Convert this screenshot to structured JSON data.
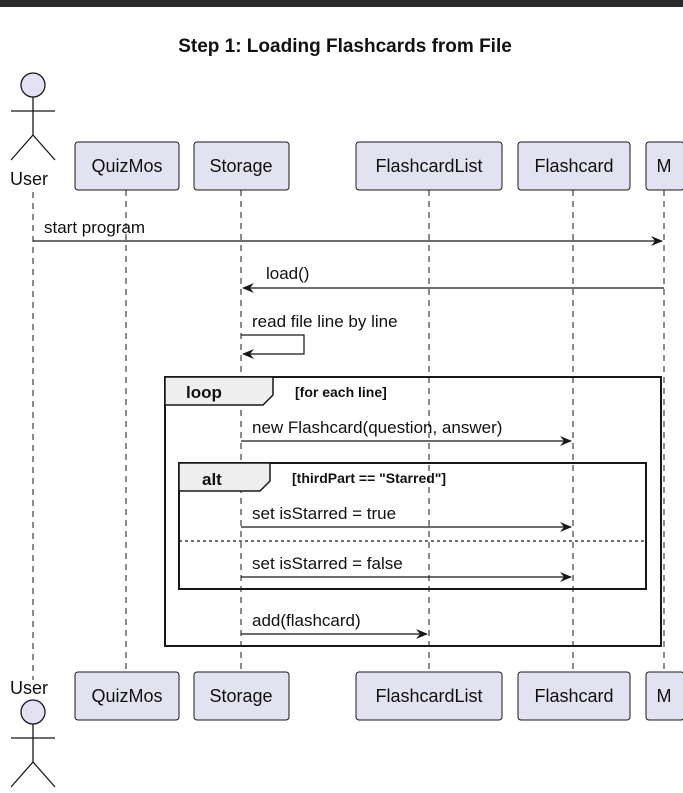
{
  "title": "Step 1: Loading Flashcards from File",
  "participants": [
    {
      "id": "user",
      "label": "User",
      "kind": "actor"
    },
    {
      "id": "quizmos",
      "label": "QuizMos",
      "kind": "participant"
    },
    {
      "id": "storage",
      "label": "Storage",
      "kind": "participant"
    },
    {
      "id": "flashcardlist",
      "label": "FlashcardList",
      "kind": "participant"
    },
    {
      "id": "flashcard",
      "label": "Flashcard",
      "kind": "participant"
    },
    {
      "id": "m",
      "label": "M",
      "kind": "participant"
    }
  ],
  "messages": [
    {
      "label": "start program"
    },
    {
      "label": "load()"
    },
    {
      "label": "read file line by line"
    },
    {
      "label": "new Flashcard(question, answer)"
    },
    {
      "label": "set isStarred = true"
    },
    {
      "label": "set isStarred = false"
    },
    {
      "label": "add(flashcard)"
    }
  ],
  "frames": {
    "loop": {
      "keyword": "loop",
      "guard": "[for each line]"
    },
    "alt": {
      "keyword": "alt",
      "guard": "[thirdPart == \"Starred\"]"
    }
  },
  "colors": {
    "participant_fill": "#e2e2f0",
    "participant_stroke": "#181818",
    "line": "#181818",
    "background": "#ffffff"
  }
}
